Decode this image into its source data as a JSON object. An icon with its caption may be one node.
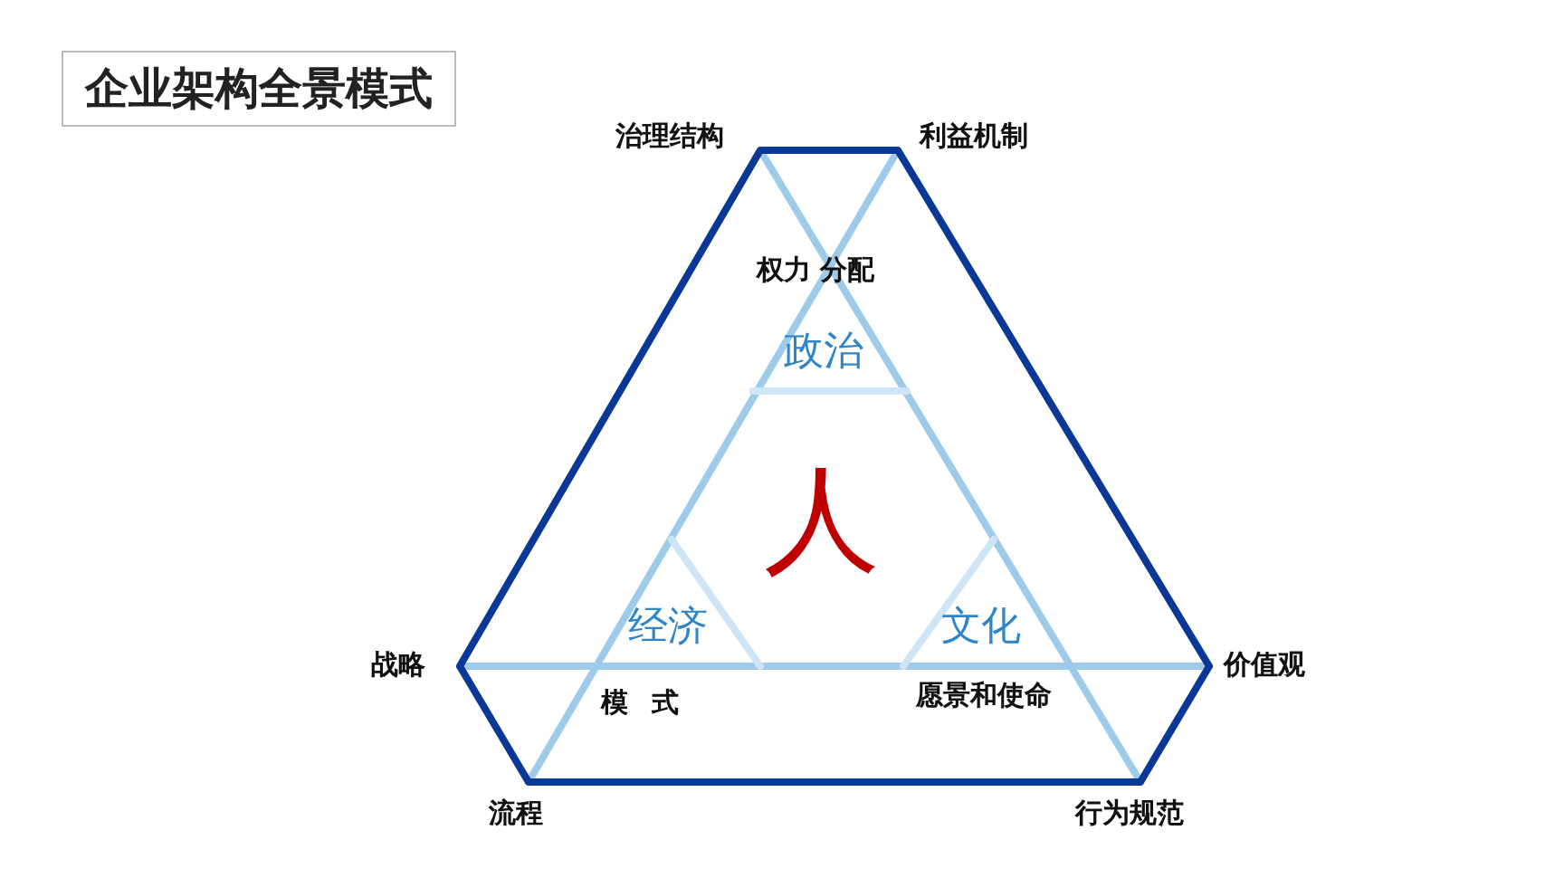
{
  "diagram": {
    "title": "企业架构全景模式",
    "labels": [
      "治理结构",
      "利益机制",
      "权力 分配",
      "政治",
      "人",
      "战略",
      "经济",
      "文化",
      "价值观",
      "模 式",
      "愿景和使命",
      "流程",
      "行为规范"
    ]
  }
}
